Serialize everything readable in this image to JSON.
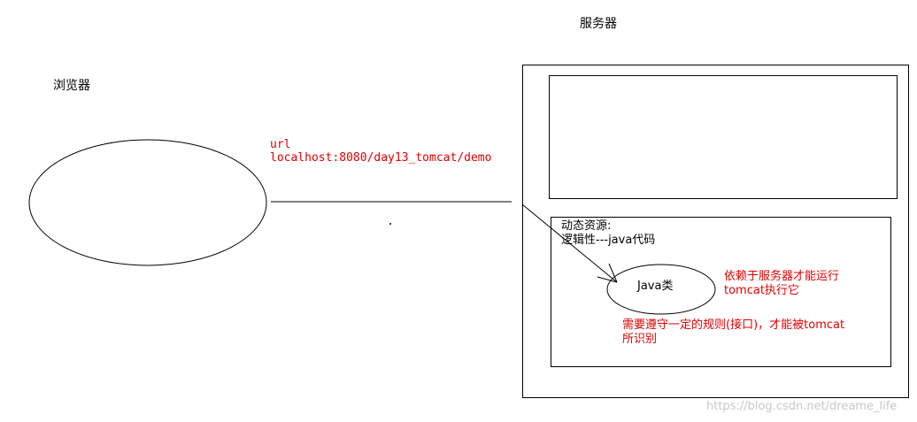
{
  "browser": {
    "label": "浏览器"
  },
  "server": {
    "label": "服务器"
  },
  "request": {
    "line1": "url",
    "line2": "localhost:8080/day13_tomcat/demo"
  },
  "dynamic_resource": {
    "line1": "动态资源:",
    "line2": "逻辑性---java代码"
  },
  "java_class": {
    "label": "Java类"
  },
  "runtime_note": {
    "line1": "依赖于服务器才能运行",
    "line2": "tomcat执行它"
  },
  "rule_note": {
    "line1": "需要遵守一定的规则(接口)，才能被tomcat",
    "line2": "所识别"
  },
  "watermark": {
    "text": "https://blog.csdn.net/dreame_life"
  },
  "colors": {
    "annotation": "#e00000",
    "stroke": "#000000",
    "watermark": "#c8c8c8"
  }
}
